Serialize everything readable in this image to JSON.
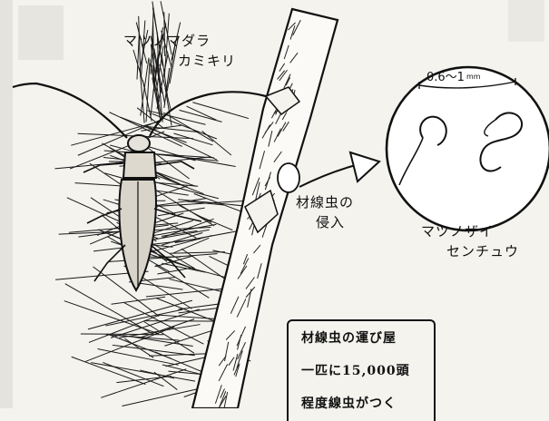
{
  "labels": {
    "beetle": [
      "マツノマダラ",
      "カミキリ"
    ],
    "invasion": [
      "材線虫の",
      "侵入"
    ],
    "nematode": [
      "マツノザイ",
      "センチュウ"
    ],
    "scale": "0.6～1",
    "scale_unit": "mm"
  },
  "note": {
    "lines": [
      "材線虫の運び屋",
      "一匹に15,000頭",
      "程度線虫がつく"
    ]
  },
  "icons": [
    "beetle-icon",
    "pine-branch-icon",
    "pine-needles-icon",
    "arrow-icon",
    "magnifier-circle-icon",
    "nematode-icon"
  ]
}
